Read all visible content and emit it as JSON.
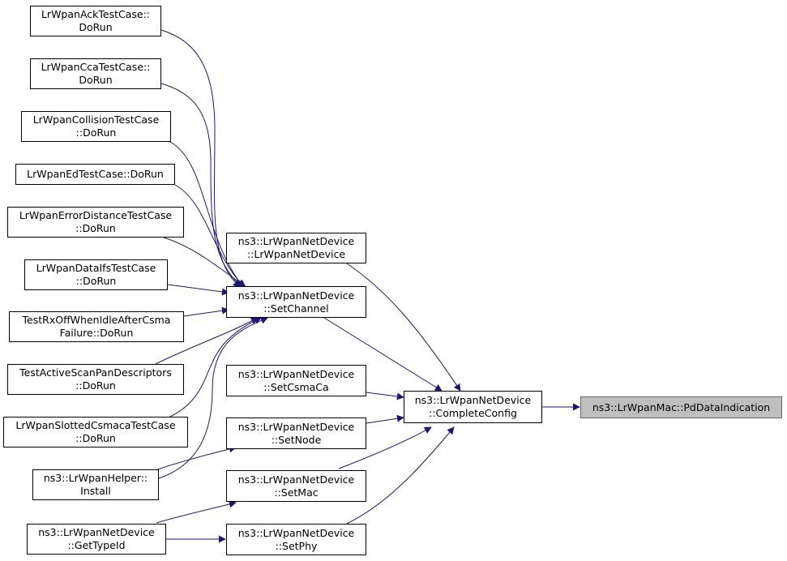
{
  "colors": {
    "edge": "#191970",
    "node_border": "#000000",
    "current_fill": "#bfbfbf"
  },
  "nodes": {
    "ack": {
      "l1": "LrWpanAckTestCase::",
      "l2": "DoRun"
    },
    "cca": {
      "l1": "LrWpanCcaTestCase::",
      "l2": "DoRun"
    },
    "collision": {
      "l1": "LrWpanCollisionTestCase",
      "l2": "::DoRun"
    },
    "ed": {
      "l1": "LrWpanEdTestCase::DoRun"
    },
    "errdist": {
      "l1": "LrWpanErrorDistanceTestCase",
      "l2": "::DoRun"
    },
    "dataifs": {
      "l1": "LrWpanDataIfsTestCase",
      "l2": "::DoRun"
    },
    "rxoff": {
      "l1": "TestRxOffWhenIdleAfterCsma",
      "l2": "Failure::DoRun"
    },
    "activescan": {
      "l1": "TestActiveScanPanDescriptors",
      "l2": "::DoRun"
    },
    "slotted": {
      "l1": "LrWpanSlottedCsmacaTestCase",
      "l2": "::DoRun"
    },
    "helper": {
      "l1": "ns3::LrWpanHelper::",
      "l2": "Install"
    },
    "gettypeid": {
      "l1": "ns3::LrWpanNetDevice",
      "l2": "::GetTypeId"
    },
    "ctor": {
      "l1": "ns3::LrWpanNetDevice",
      "l2": "::LrWpanNetDevice"
    },
    "setchannel": {
      "l1": "ns3::LrWpanNetDevice",
      "l2": "::SetChannel"
    },
    "setcsmaca": {
      "l1": "ns3::LrWpanNetDevice",
      "l2": "::SetCsmaCa"
    },
    "setnode": {
      "l1": "ns3::LrWpanNetDevice",
      "l2": "::SetNode"
    },
    "setmac": {
      "l1": "ns3::LrWpanNetDevice",
      "l2": "::SetMac"
    },
    "setphy": {
      "l1": "ns3::LrWpanNetDevice",
      "l2": "::SetPhy"
    },
    "completeconfig": {
      "l1": "ns3::LrWpanNetDevice",
      "l2": "::CompleteConfig"
    },
    "pddataind": {
      "l1": "ns3::LrWpanMac::PdDataIndication"
    }
  }
}
